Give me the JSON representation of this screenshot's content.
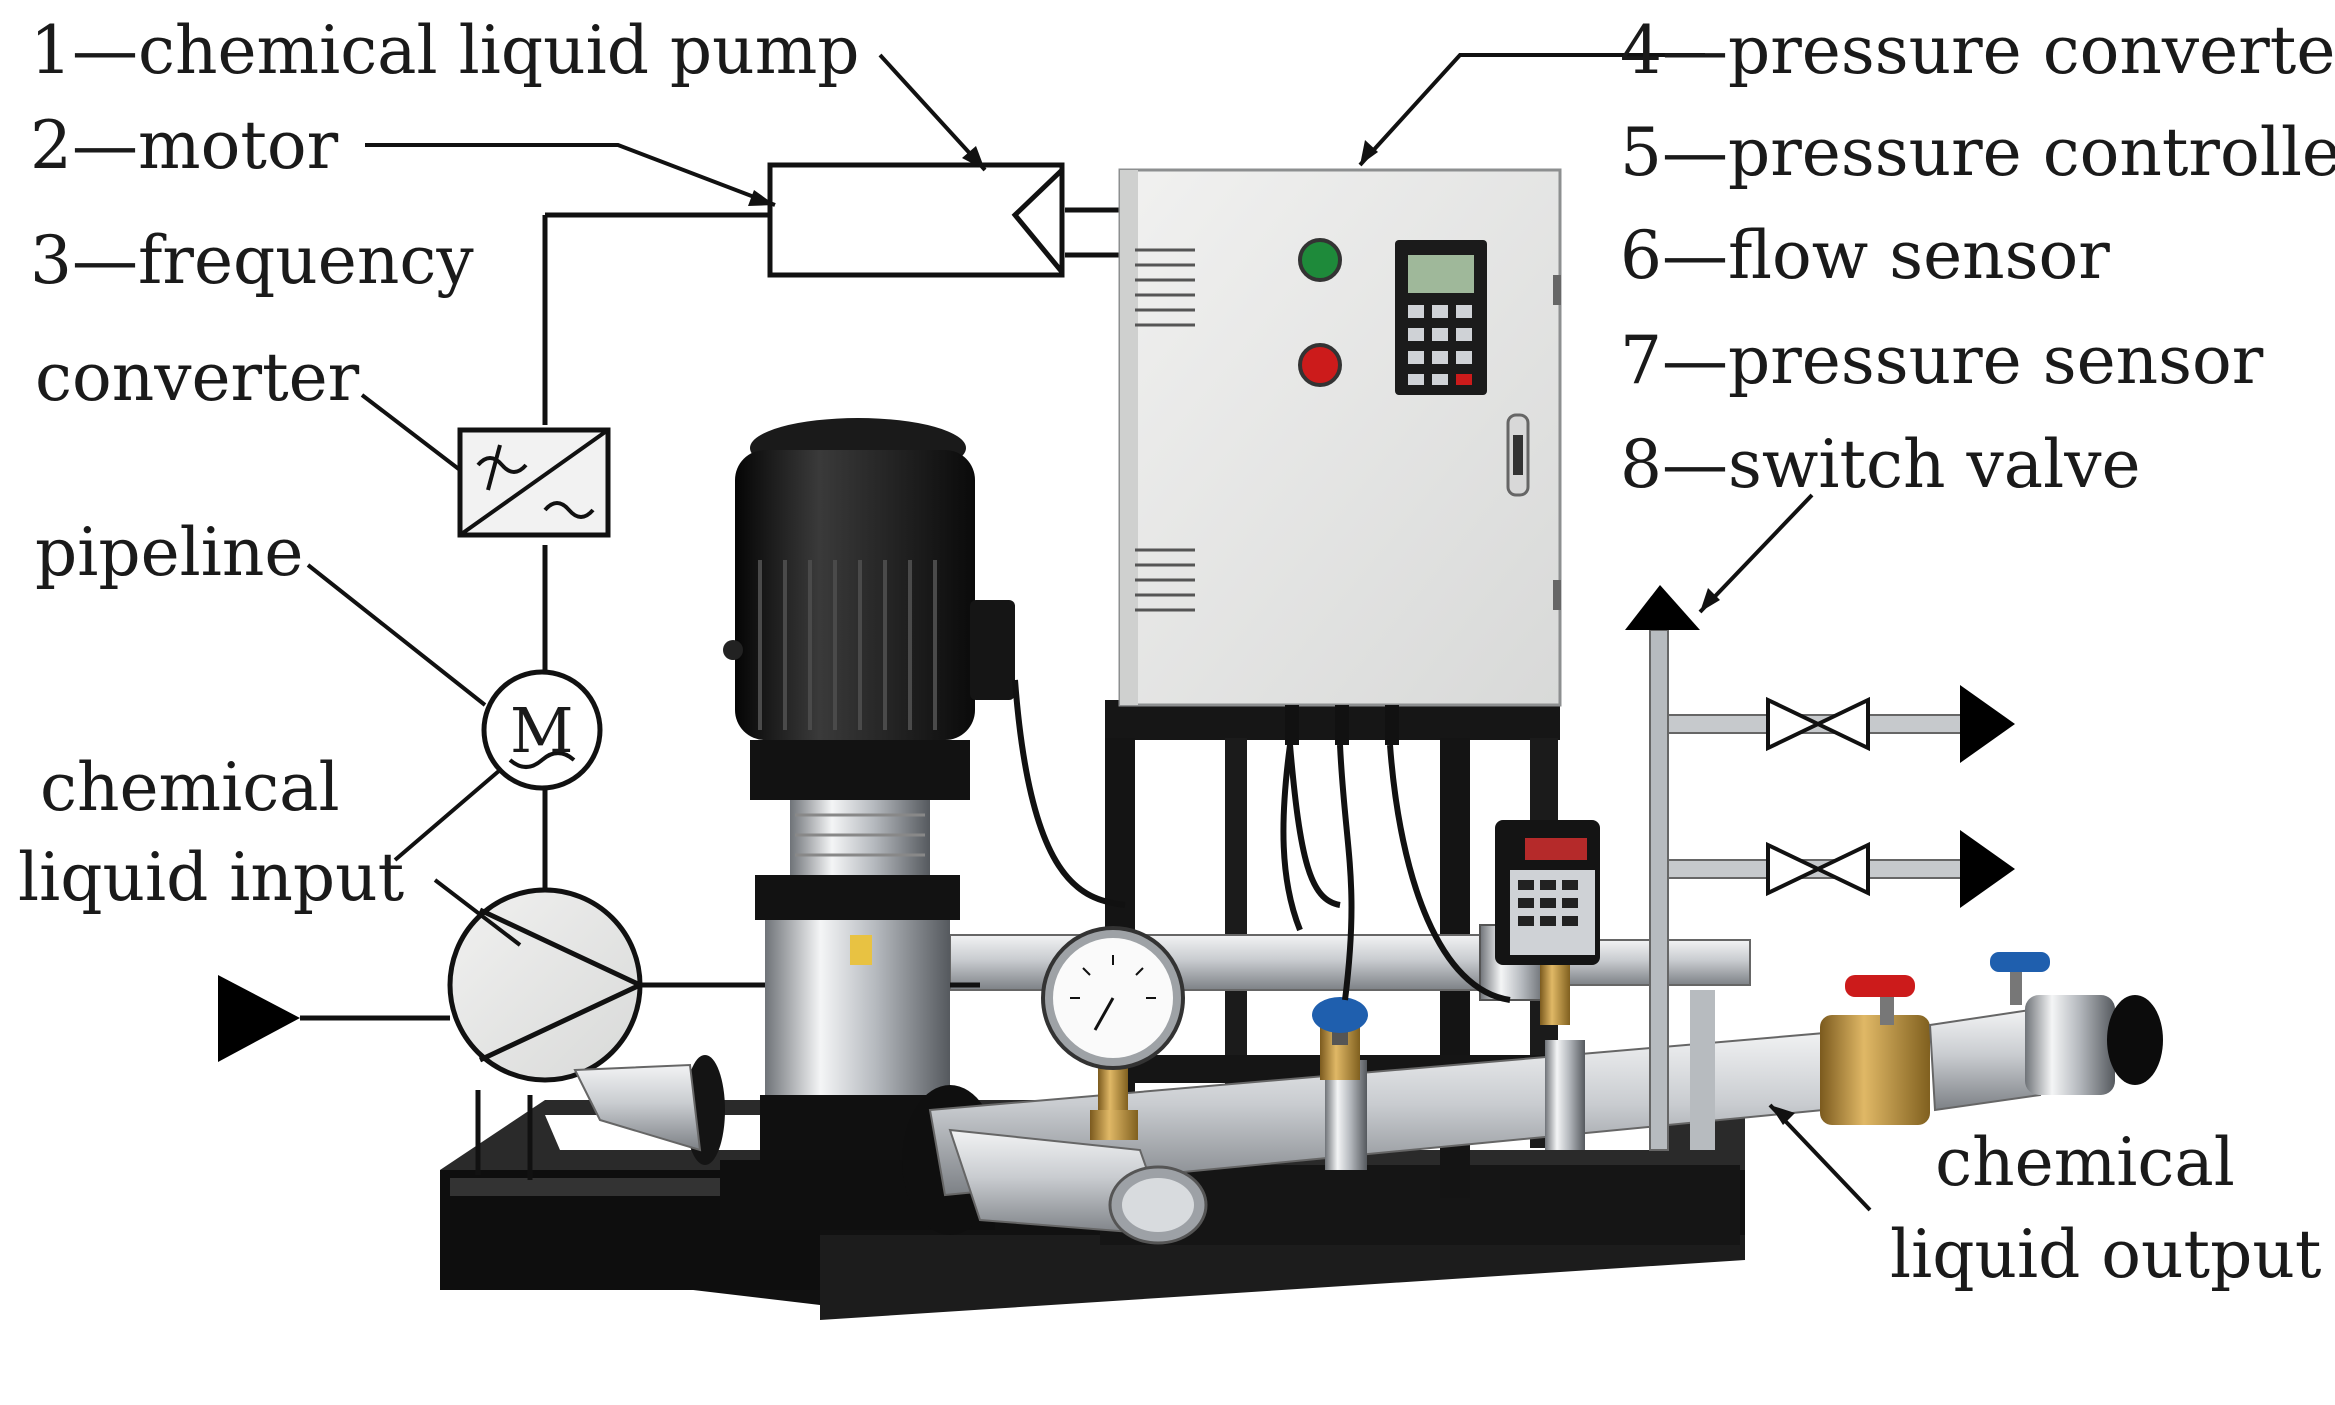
{
  "legend": [
    {
      "num": "1",
      "text": "chemical liquid pump"
    },
    {
      "num": "2",
      "text": "motor"
    },
    {
      "num": "3",
      "text": "frequency"
    },
    {
      "num": "4",
      "text": "pressure converter"
    },
    {
      "num": "5",
      "text": "pressure controller"
    },
    {
      "num": "6",
      "text": "flow sensor"
    },
    {
      "num": "7",
      "text": "pressure sensor"
    },
    {
      "num": "8",
      "text": "switch valve"
    }
  ],
  "dash": "—",
  "labels": {
    "converter": "converter",
    "pipeline": "pipeline",
    "input_line1": "chemical",
    "input_line2": "liquid input",
    "output_line1": "chemical",
    "output_line2": "liquid output"
  },
  "symbols": {
    "motor_letter": "M"
  },
  "icons": [
    "pump-symbol-icon",
    "motor-symbol-icon",
    "converter-symbol-icon",
    "valve-symbol-icon",
    "arrow-icon"
  ],
  "colors": {
    "frame": "#111111",
    "steel": "#b9bdc2",
    "panel": "#e6e7e6",
    "brass": "#b8903c",
    "red_knob": "#cc1b1b",
    "blue_knob": "#1f5fae",
    "green_button": "#1e8a3a",
    "lcd": "#9fb89a"
  }
}
